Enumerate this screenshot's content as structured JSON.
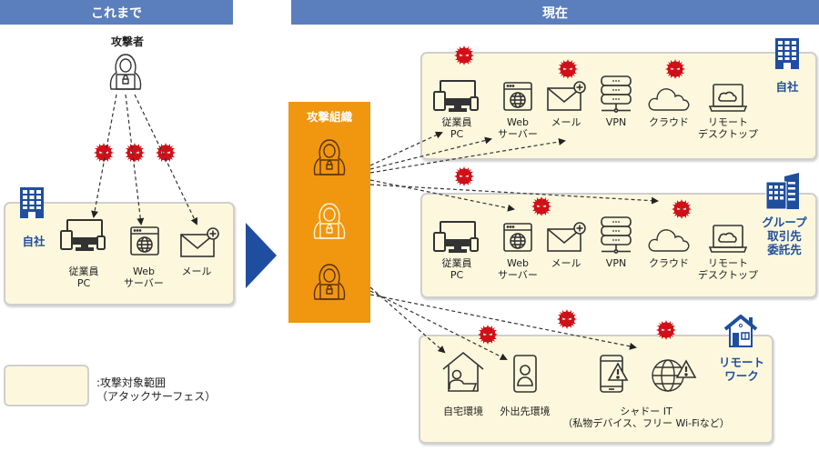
{
  "headers": {
    "before": "これまで",
    "now": "現在"
  },
  "colors": {
    "header": "#5b7fbd",
    "panel": "#fdf8dd",
    "org": "#f0960f",
    "virus": "#d01018",
    "blue": "#1f4e9c",
    "arrow": "#1f4ea0"
  },
  "before": {
    "attacker_label": "攻撃者",
    "company_label": "自社",
    "assets": [
      {
        "icon": "devices-icon",
        "label_lines": [
          "従業員",
          "PC"
        ]
      },
      {
        "icon": "web-server-icon",
        "label_lines": [
          "Web",
          "サーバー"
        ]
      },
      {
        "icon": "mail-icon",
        "label_lines": [
          "メール"
        ]
      }
    ]
  },
  "organization": {
    "title": "攻撃組織"
  },
  "now": {
    "company": {
      "label": "自社",
      "assets": [
        {
          "icon": "devices-icon",
          "label_lines": [
            "従業員",
            "PC"
          ]
        },
        {
          "icon": "web-server-icon",
          "label_lines": [
            "Web",
            "サーバー"
          ]
        },
        {
          "icon": "mail-icon",
          "label_lines": [
            "メール"
          ]
        },
        {
          "icon": "vpn-server-icon",
          "label_lines": [
            "VPN"
          ]
        },
        {
          "icon": "cloud-icon",
          "label_lines": [
            "クラウド"
          ]
        },
        {
          "icon": "remote-desktop-icon",
          "label_lines": [
            "リモート",
            "デスクトップ"
          ]
        }
      ]
    },
    "group": {
      "label_lines": [
        "グループ",
        "取引先",
        "委託先"
      ],
      "assets": [
        {
          "icon": "devices-icon",
          "label_lines": [
            "従業員",
            "PC"
          ]
        },
        {
          "icon": "web-server-icon",
          "label_lines": [
            "Web",
            "サーバー"
          ]
        },
        {
          "icon": "mail-icon",
          "label_lines": [
            "メール"
          ]
        },
        {
          "icon": "vpn-server-icon",
          "label_lines": [
            "VPN"
          ]
        },
        {
          "icon": "cloud-icon",
          "label_lines": [
            "クラウド"
          ]
        },
        {
          "icon": "remote-desktop-icon",
          "label_lines": [
            "リモート",
            "デスクトップ"
          ]
        }
      ]
    },
    "remote": {
      "label_lines": [
        "リモート",
        "ワーク"
      ],
      "assets": [
        {
          "icon": "home-work-icon",
          "label_lines": [
            "自宅環境"
          ]
        },
        {
          "icon": "mobile-user-icon",
          "label_lines": [
            "外出先環境"
          ]
        },
        {
          "icon": "shadow-it-icon",
          "label_lines": [
            "シャドー IT",
            "（私物デバイス、フリー Wi-Fiなど）"
          ]
        }
      ]
    }
  },
  "legend": {
    "lines": [
      ":攻撃対象範囲",
      "（アタックサーフェス）"
    ]
  }
}
